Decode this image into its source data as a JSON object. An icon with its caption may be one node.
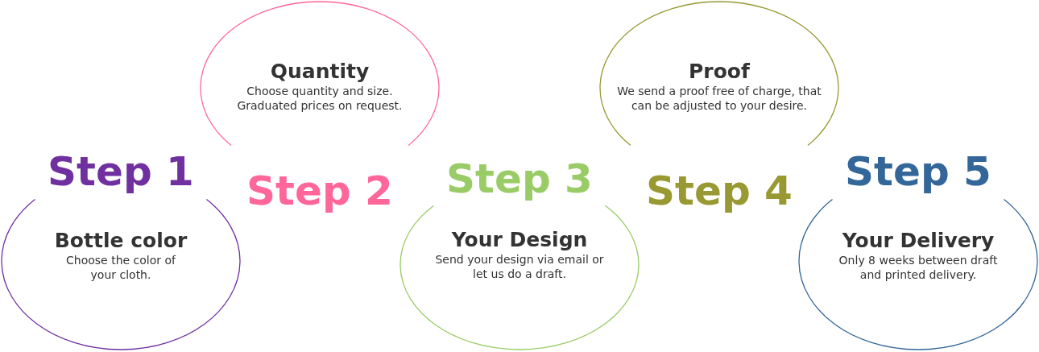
{
  "diagram": {
    "nodes": [
      {
        "text": [
          "Step 1",
          "Bottle color",
          "Choose the color of your cloth."
        ]
      },
      {
        "text": [
          "Quantity",
          "Choose quantity and size. Graduated prices on request.",
          "Step 2"
        ]
      },
      {
        "text": [
          "Step 3",
          "Your Design",
          "Send your design via email or let us do a draft."
        ]
      },
      {
        "text": [
          "Proof",
          "We send a proof free of charge, that can be adjusted to your desire.",
          "Step 4"
        ]
      },
      {
        "text": [
          "Step 5",
          "Your Delivery",
          "Only 8 weeks between draft and printed delivery."
        ]
      }
    ]
  }
}
